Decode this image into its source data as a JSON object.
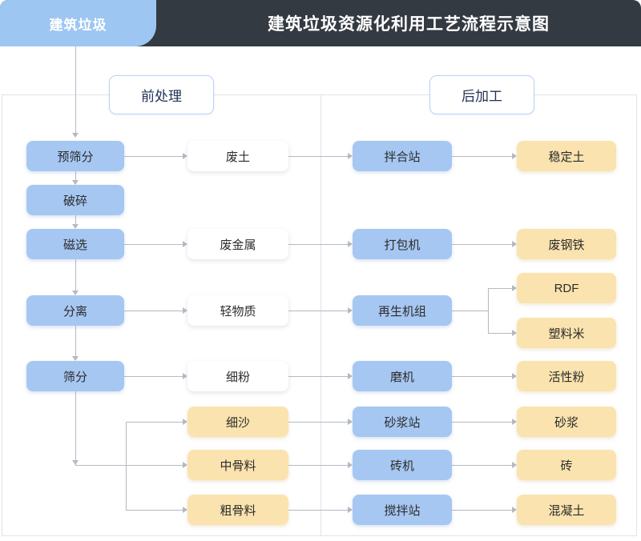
{
  "header": {
    "tab_label": "建筑垃圾",
    "title": "建筑垃圾资源化利用工艺流程示意图",
    "bar_color": "#343a42",
    "tab_color": "#9ec6f2"
  },
  "sections": {
    "pre_label": "前处理",
    "post_label": "后加工"
  },
  "palette": {
    "process_blue": "#a6c7f2",
    "product_yellow": "#fae3ae",
    "intermediate_white": "#ffffff",
    "connector_gray": "#b5b9c2",
    "panel_border": "#e3e1ee"
  },
  "nodes": {
    "process_chain": [
      {
        "id": "pre-screen",
        "label": "预筛分"
      },
      {
        "id": "crush",
        "label": "破碎"
      },
      {
        "id": "magnetic",
        "label": "磁选"
      },
      {
        "id": "separate",
        "label": "分离"
      },
      {
        "id": "screen",
        "label": "筛分"
      }
    ],
    "intermediates": [
      {
        "id": "waste-soil",
        "label": "废土",
        "kind": "white"
      },
      {
        "id": "waste-metal",
        "label": "废金属",
        "kind": "white"
      },
      {
        "id": "light-material",
        "label": "轻物质",
        "kind": "white"
      },
      {
        "id": "fine-powder",
        "label": "细粉",
        "kind": "white"
      },
      {
        "id": "fine-sand",
        "label": "细沙",
        "kind": "yellow"
      },
      {
        "id": "medium-aggregate",
        "label": "中骨料",
        "kind": "yellow"
      },
      {
        "id": "coarse-aggregate",
        "label": "粗骨料",
        "kind": "yellow"
      }
    ],
    "equipment": [
      {
        "id": "mixing-station",
        "label": "拌合站"
      },
      {
        "id": "baler",
        "label": "打包机"
      },
      {
        "id": "recycling-unit",
        "label": "再生机组"
      },
      {
        "id": "grinder",
        "label": "磨机"
      },
      {
        "id": "mortar-station",
        "label": "砂浆站"
      },
      {
        "id": "brick-machine",
        "label": "砖机"
      },
      {
        "id": "batching-plant",
        "label": "搅拌站"
      }
    ],
    "products": [
      {
        "id": "stabilized-soil",
        "label": "稳定土"
      },
      {
        "id": "scrap-steel",
        "label": "废钢铁"
      },
      {
        "id": "rdf",
        "label": "RDF"
      },
      {
        "id": "plastic-pellet",
        "label": "塑料米"
      },
      {
        "id": "active-powder",
        "label": "活性粉"
      },
      {
        "id": "mortar",
        "label": "砂浆"
      },
      {
        "id": "brick",
        "label": "砖"
      },
      {
        "id": "concrete",
        "label": "混凝土"
      }
    ]
  }
}
